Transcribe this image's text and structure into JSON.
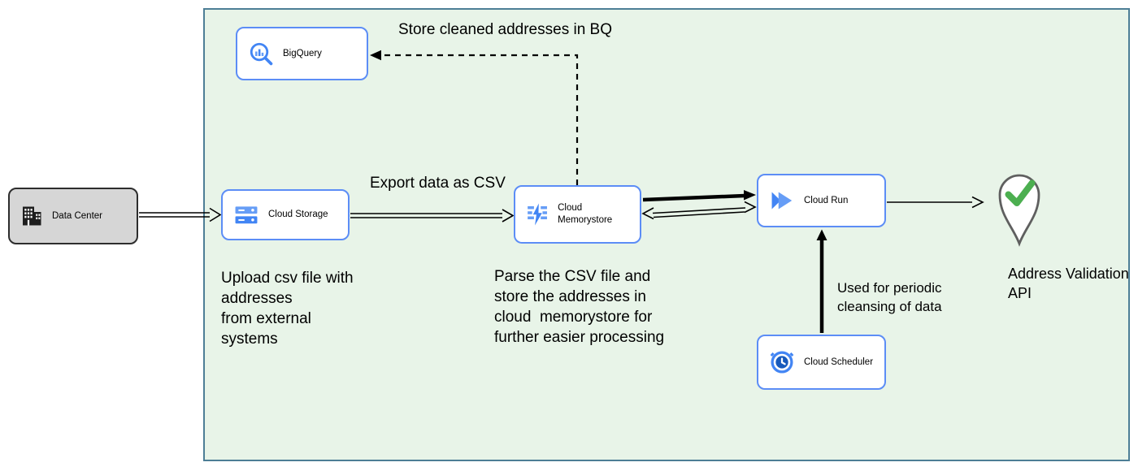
{
  "diagram": {
    "nodes": {
      "data_center": {
        "label": "Data Center"
      },
      "bigquery": {
        "label": "BigQuery"
      },
      "cloud_storage": {
        "label": "Cloud Storage"
      },
      "cloud_memorystore": {
        "label": "Cloud Memorystore"
      },
      "cloud_run": {
        "label": "Cloud Run"
      },
      "cloud_scheduler": {
        "label": "Cloud Scheduler"
      },
      "address_validation_api": {
        "label": "Address Validation API"
      }
    },
    "annotations": {
      "store_cleaned_addresses": "Store cleaned addresses in BQ",
      "export_data_as_csv": "Export data as CSV",
      "upload_csv_note": "Upload csv file with\naddresses\nfrom external\nsystems",
      "parse_csv_note": "Parse the CSV file and\nstore the addresses in\ncloud  memorystore for\nfurther easier processing",
      "periodic_cleansing_note": "Used for periodic\ncleansing of data"
    },
    "colors": {
      "canvas_bg": "#ffffff",
      "container_bg": "#e8f4e8",
      "container_border": "#4d7e96",
      "node_bg": "#ffffff",
      "node_border": "#5c8df6",
      "data_center_bg": "#d6d6d6",
      "data_center_border": "#2d2d2d",
      "arrow_color": "#000000",
      "icon_blue": "#4285f4",
      "icon_light_blue": "#669df6",
      "icon_dark_blue": "#185abc",
      "check_green": "#4caf50",
      "pin_outline": "#5f5f5f",
      "text_color": "#000000"
    }
  }
}
